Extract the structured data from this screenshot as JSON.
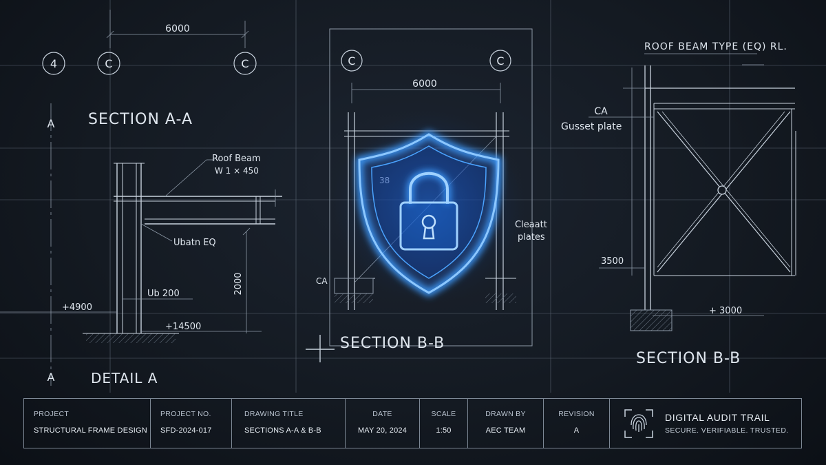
{
  "grid_labels": {
    "left_row": "4",
    "col_c": "C",
    "row_a": "A"
  },
  "left_drawing": {
    "dim_top": "6000",
    "section_title": "SECTION A-A",
    "roof_beam": "Roof Beam",
    "roof_beam_size": "W 1 × 450",
    "ubatn": "Ubatn EQ",
    "dim_4900": "+4900",
    "ub200": "Ub 200",
    "dim_14500": "+14500",
    "dim_2000": "2000",
    "detail_title": "DETAIL A"
  },
  "center_drawing": {
    "dim_top": "6000",
    "dim_38": "38",
    "cleat_line1": "Cleaatt",
    "cleat_line2": "plates",
    "ca": "CA",
    "section_title": "SECTION B-B",
    "shield_icon": "shield-lock-icon",
    "glow_color": "#2f8cff"
  },
  "right_drawing": {
    "roof_beam_type": "ROOF BEAM TYPE (EQ) RL.",
    "ca": "CA",
    "gusset": "Gusset plate",
    "dim_3500": "3500",
    "dim_3000": "+ 3000",
    "section_title": "SECTION B-B"
  },
  "title_block": {
    "cells": [
      {
        "header": "PROJECT",
        "value": "STRUCTURAL FRAME DESIGN"
      },
      {
        "header": "PROJECT NO.",
        "value": "SFD-2024-017"
      },
      {
        "header": "DRAWING TITLE",
        "value": "SECTIONS A-A & B-B"
      },
      {
        "header": "DATE",
        "value": "MAY 20, 2024"
      },
      {
        "header": "SCALE",
        "value": "1:50"
      },
      {
        "header": "DRAWN BY",
        "value": "AEC TEAM"
      },
      {
        "header": "REVISION",
        "value": "A"
      }
    ],
    "audit_title": "DIGITAL AUDIT TRAIL",
    "audit_subtitle": "SECURE. VERIFIABLE. TRUSTED.",
    "audit_icon": "fingerprint-icon"
  }
}
